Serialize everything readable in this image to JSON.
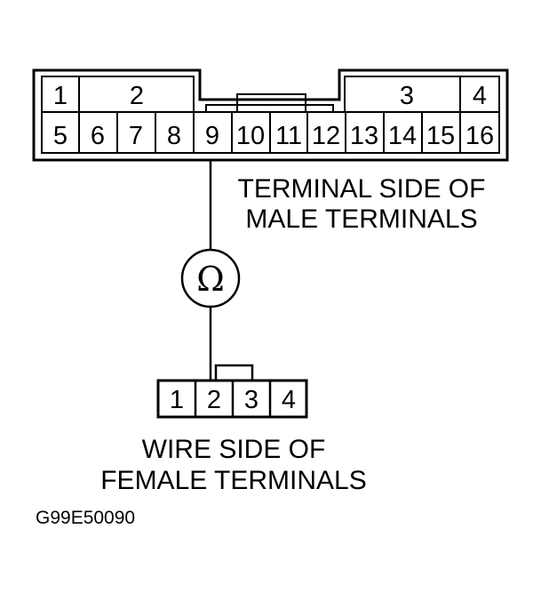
{
  "male_connector": {
    "top_row": [
      "1",
      "2",
      "3",
      "4"
    ],
    "bottom_row": [
      "5",
      "6",
      "7",
      "8",
      "9",
      "10",
      "11",
      "12",
      "13",
      "14",
      "15",
      "16"
    ]
  },
  "female_connector": {
    "pins": [
      "1",
      "2",
      "3",
      "4"
    ]
  },
  "meter": {
    "symbol": "Ω"
  },
  "labels": {
    "male_line1": "TERMINAL SIDE OF",
    "male_line2": "MALE TERMINALS",
    "female_line1": "WIRE SIDE OF",
    "female_line2": "FEMALE TERMINALS"
  },
  "figure_code": "G99E50090"
}
